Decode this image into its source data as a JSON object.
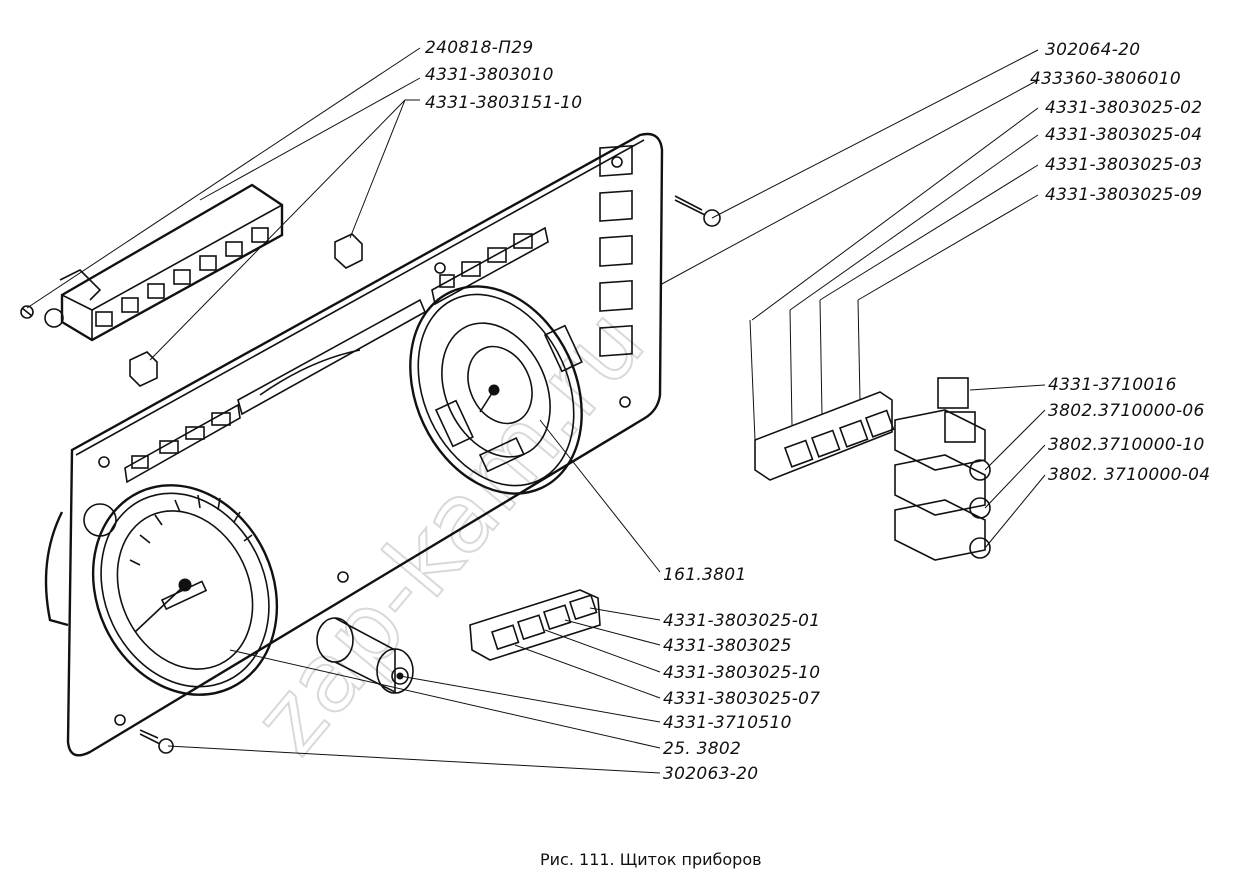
{
  "caption": "Рис. 111. Щиток приборов",
  "watermark": "zap-kam.ru",
  "labels": {
    "l1": "240818-П29",
    "l2": "4331-3803010",
    "l3": "4331-3803151-10",
    "r1": "302064-20",
    "r2": "433360-3806010",
    "r3": "4331-3803025-02",
    "r4": "4331-3803025-04",
    "r5": "4331-3803025-03",
    "r6": "4331-3803025-09",
    "r7": "4331-3710016",
    "r8": "3802.3710000-06",
    "r9": "3802.3710000-10",
    "r10": "3802. 3710000-04",
    "c1": "161.3801",
    "b1": "4331-3803025-01",
    "b2": "4331-3803025",
    "b3": "4331-3803025-10",
    "b4": "4331-3803025-07",
    "b5": "4331-3710510",
    "b6": "25. 3802",
    "b7": "302063-20"
  }
}
